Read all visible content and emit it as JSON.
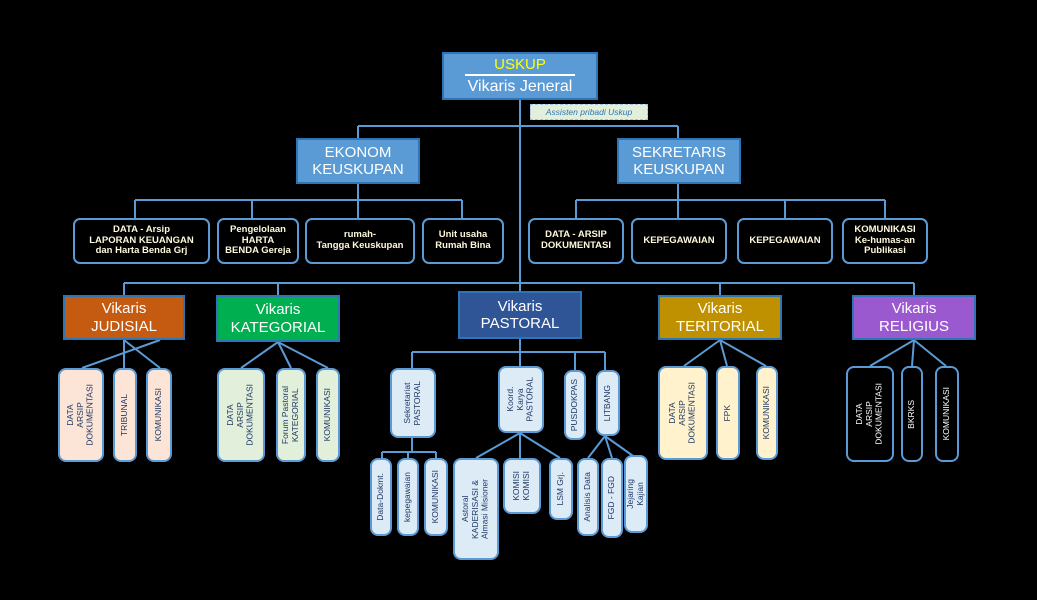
{
  "top": {
    "title": "USKUP",
    "subtitle": "Vikaris Jeneral",
    "assistant": "Assisten pribadi Uskup"
  },
  "ekonom": "EKONOM\nKEUSKUPAN",
  "sekretaris": "SEKRETARIS\nKEUSKUPAN",
  "ekonom_units": [
    "DATA - Arsip\nLAPORAN KEUANGAN\ndan Harta Benda Grj",
    "Pengelolaan\nHARTA\nBENDA Gereja",
    "rumah-\nTangga Keuskupan",
    "Unit usaha\nRumah Bina"
  ],
  "sekretaris_units": [
    "DATA - ARSIP\nDOKUMENTASI",
    "KEPEGAWAIAN",
    "KEPEGAWAIAN",
    "KOMUNIKASI\nKe-humas-an\nPublikasi"
  ],
  "vikaris": [
    {
      "label": "Vikaris\nJUDISIAL",
      "color": "#c55a11"
    },
    {
      "label": "Vikaris\nKATEGORIAL",
      "color": "#00b050"
    },
    {
      "label": "Vikaris\nPASTORAL",
      "color": "#2f5597"
    },
    {
      "label": "Vikaris\nTERITORIAL",
      "color": "#bf9000"
    },
    {
      "label": "Vikaris\nRELIGIUS",
      "color": "#9b59d0"
    }
  ],
  "judisial_units": [
    "DATA\nARSIP\nDOKUMENTASI",
    "TRIBUNAL",
    "KOMUNIKASI"
  ],
  "kategorial_units": [
    "DATA\nARSIP\nDOKUMENTASI",
    "Forum Pastoral\nKATEGORIAL",
    "KOMUNIKASI"
  ],
  "pastoral_units": [
    "Sekretariat\nPASTORAL",
    "Koord.\nKarya\nPASTORAL",
    "PUSDOKPAS",
    "LITBANG"
  ],
  "sekretariat_sub": [
    "Data-Dokmt.",
    "kepegawaian",
    "KOMUNIKASI"
  ],
  "koord_sub": [
    "Astoral\nKADERISASI &\nAlmasi Misioner",
    "KOMISI\nKOMISI",
    "LSM Grj."
  ],
  "litbang_sub": [
    "Analisis Data",
    "FGD - FGD",
    "Jejaring\nKajian"
  ],
  "teritorial_units": [
    "DATA\nARSIP\nDOKUMENTASI",
    "FPK",
    "KOMUNIKASI"
  ],
  "religius_units": [
    "DATA\nARSIP\nDOKUMENTASI",
    "BKRKS",
    "KOMUNIKASI"
  ],
  "colors": {
    "line": "#5b9bd5",
    "judisial_fill": "#fce4d6",
    "kategorial_fill": "#e2efda",
    "pastoral_fill": "#ddebf7",
    "teritorial_fill": "#fff2cc",
    "religius_fill": "#000000"
  }
}
